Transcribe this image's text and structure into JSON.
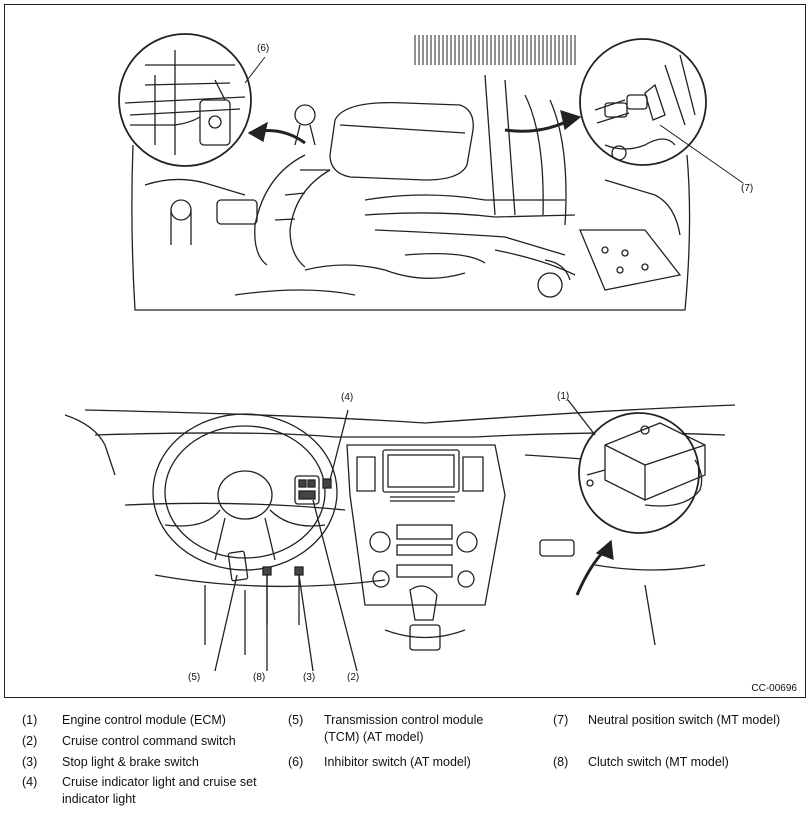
{
  "figure": {
    "code": "CC-00696",
    "callouts": {
      "c1": "(1)",
      "c2": "(2)",
      "c3": "(3)",
      "c4": "(4)",
      "c5": "(5)",
      "c6": "(6)",
      "c7": "(7)",
      "c8": "(8)"
    }
  },
  "legend": {
    "items": [
      {
        "num": "(1)",
        "text": "Engine control module (ECM)"
      },
      {
        "num": "(2)",
        "text": "Cruise control command switch"
      },
      {
        "num": "(3)",
        "text": "Stop light & brake switch"
      },
      {
        "num": "(4)",
        "text": "Cruise indicator light and cruise set indicator light"
      },
      {
        "num": "(5)",
        "text": "Transmission control module (TCM) (AT model)"
      },
      {
        "num": "(6)",
        "text": "Inhibitor switch (AT model)"
      },
      {
        "num": "(7)",
        "text": "Neutral position switch (MT model)"
      },
      {
        "num": "(8)",
        "text": "Clutch switch (MT model)"
      }
    ]
  }
}
